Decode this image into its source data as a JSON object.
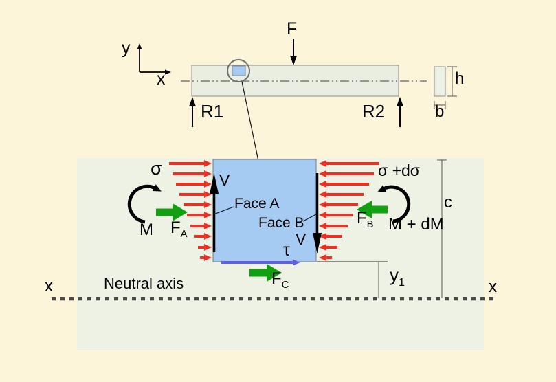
{
  "colors": {
    "background": "#FDF5D9",
    "panel": "#EDF2E4",
    "beam_fill": "#E9EEE0",
    "section_fill": "#ECF1E6",
    "element_blue": "#A5CBF3",
    "stress_red": "#EE3024",
    "force_green": "#12A012",
    "tau_blue": "#6160DF",
    "neutral_axis_gray": "#4A4A4A"
  },
  "top_diagram": {
    "axis_y_label": "y",
    "axis_x_label": "x",
    "applied_force": "F",
    "reaction_left": "R1",
    "reaction_right": "R2",
    "section_height": "h",
    "section_width": "b"
  },
  "element_diagram": {
    "stress_left": "σ",
    "stress_right": "σ +dσ",
    "shear_left": "V",
    "shear_right": "V",
    "face_a": "Face A",
    "face_b": "Face B",
    "moment_left": "M",
    "moment_right": "M + dM",
    "force_a": {
      "base": "F",
      "sub": "A"
    },
    "force_b": {
      "base": "F",
      "sub": "B"
    },
    "force_c": {
      "base": "F",
      "sub": "C"
    },
    "tau": "τ",
    "depth_c": "c",
    "y1": {
      "base": "y",
      "sub": "1"
    },
    "neutral_axis": "Neutral axis",
    "axis_left": "x",
    "axis_right": "x"
  }
}
